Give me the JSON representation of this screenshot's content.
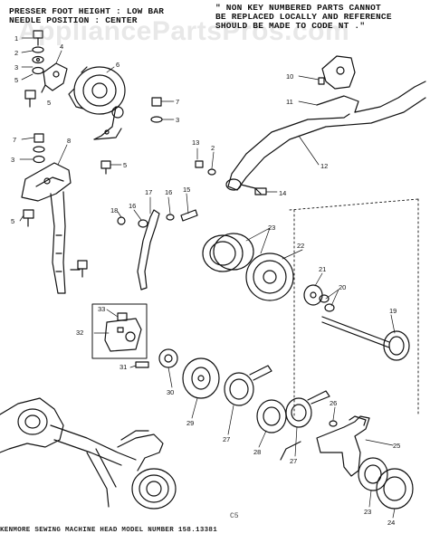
{
  "header": {
    "left_line1": "PRESSER FOOT HEIGHT : LOW BAR",
    "left_line2": "NEEDLE POSITION : CENTER",
    "right_line1": "\" NON KEY NUMBERED PARTS CANNOT",
    "right_line2": "BE REPLACED LOCALLY AND REFERENCE",
    "right_line3": "SHOULD BE MADE TO CODE NT .\""
  },
  "watermark": "AppliancePartsPros.com",
  "page_code": "C5",
  "footer": "KENMORE SEWING MACHINE HEAD MODEL NUMBER 158.13381",
  "labels": {
    "n1": "1",
    "n2": "2",
    "n3": "3",
    "n4": "4",
    "n5": "5",
    "n6": "6",
    "n7": "7",
    "n8": "8",
    "n10": "10",
    "n11": "11",
    "n12": "12",
    "n13": "13",
    "n14": "14",
    "n15": "15",
    "n16": "16",
    "n17": "17",
    "n18": "18",
    "n19": "19",
    "n20": "20",
    "n21": "21",
    "n22": "22",
    "n23": "23",
    "n24": "24",
    "n25": "25",
    "n26": "26",
    "n27": "27",
    "n28": "28",
    "n29": "29",
    "n30": "30",
    "n31": "31",
    "n32": "32",
    "n33": "33"
  }
}
